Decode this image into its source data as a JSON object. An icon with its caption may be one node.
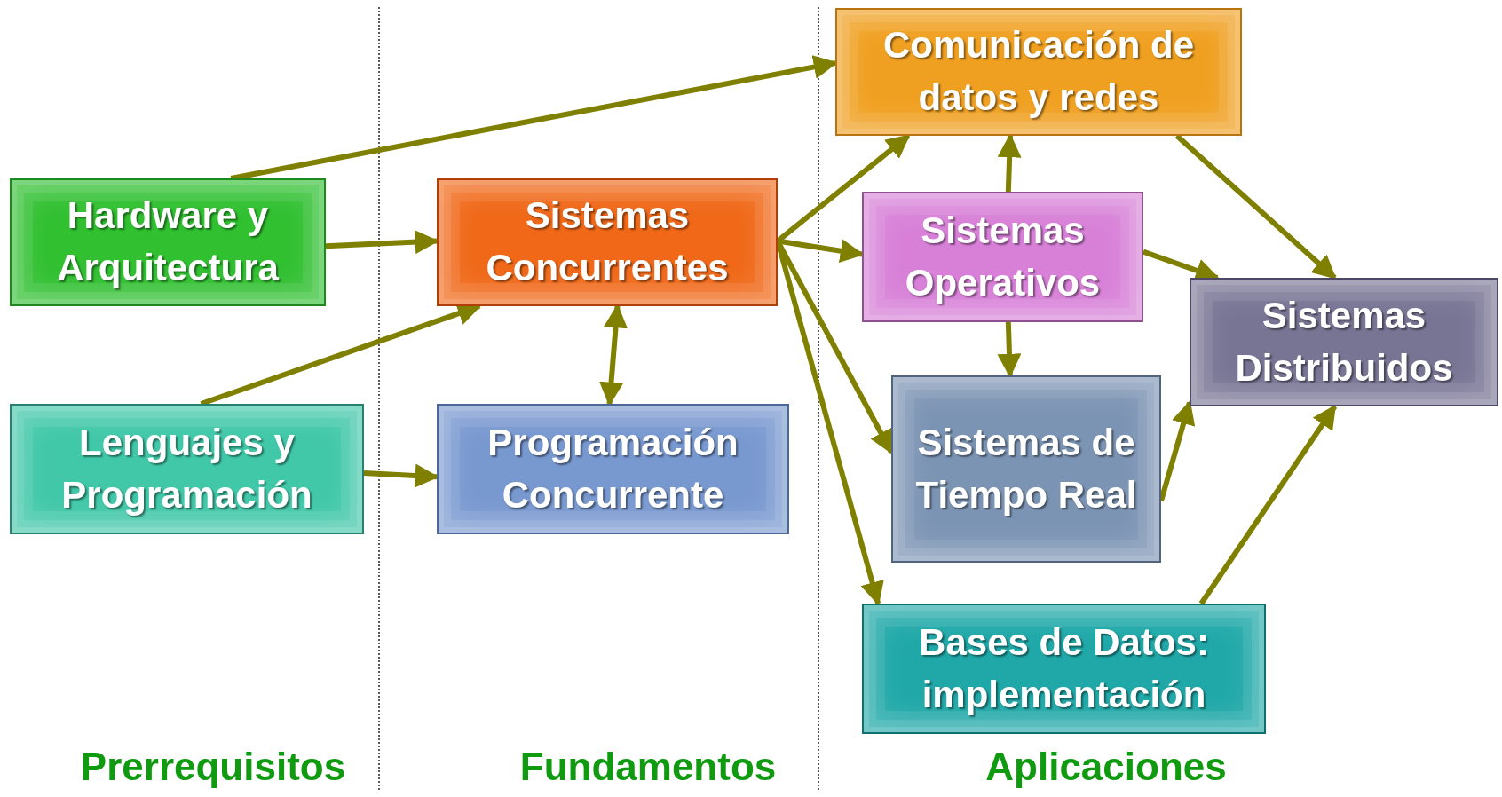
{
  "diagram": {
    "nodes": [
      {
        "text": [
          "Comunicación de datos y redes"
        ]
      },
      {
        "text": [
          "Hardware y Arquitectura"
        ]
      },
      {
        "text": [
          "Sistemas Concurrentes"
        ]
      },
      {
        "text": [
          "Sistemas Operativos"
        ]
      },
      {
        "text": [
          "Sistemas Distribuidos"
        ]
      },
      {
        "text": [
          "Lenguajes y Programación"
        ]
      },
      {
        "text": [
          "Programación Concurrente"
        ]
      },
      {
        "text": [
          "Sistemas de Tiempo Real"
        ]
      },
      {
        "text": [
          "Bases de Datos: implementación"
        ]
      }
    ],
    "edges": [
      {
        "from": 1,
        "to": 0,
        "arrow": "to"
      },
      {
        "from": 1,
        "to": 2,
        "arrow": "to"
      },
      {
        "from": 5,
        "to": 2,
        "arrow": "to"
      },
      {
        "from": 5,
        "to": 6,
        "arrow": "to"
      },
      {
        "from": 2,
        "to": 6,
        "arrow": "both"
      },
      {
        "from": 2,
        "to": 0,
        "arrow": "to"
      },
      {
        "from": 2,
        "to": 3,
        "arrow": "to"
      },
      {
        "from": 2,
        "to": 7,
        "arrow": "to"
      },
      {
        "from": 2,
        "to": 8,
        "arrow": "to"
      },
      {
        "from": 3,
        "to": 0,
        "arrow": "to"
      },
      {
        "from": 3,
        "to": 7,
        "arrow": "to"
      },
      {
        "from": 3,
        "to": 4,
        "arrow": "to"
      },
      {
        "from": 0,
        "to": 4,
        "arrow": "to"
      },
      {
        "from": 7,
        "to": 4,
        "arrow": "to"
      },
      {
        "from": 8,
        "to": 4,
        "arrow": "to"
      }
    ],
    "labels": [
      "Prerrequisitos",
      "Fundamentos",
      "Aplicaciones"
    ]
  }
}
